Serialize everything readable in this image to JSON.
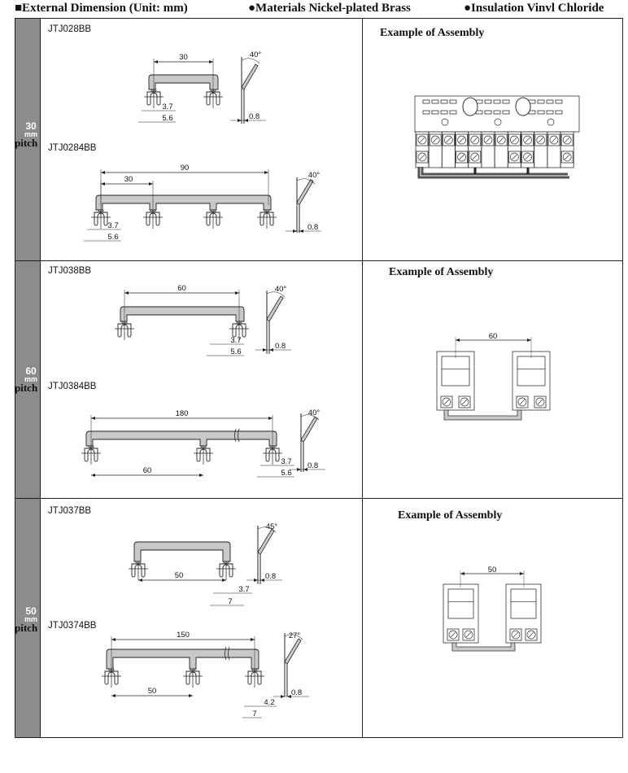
{
  "header": {
    "title": "■External Dimension (Unit: mm)",
    "materials": "●Materials   Nickel-plated Brass",
    "insulation": "●Insulation Vinvl Chloride"
  },
  "sections": [
    {
      "pitch_num": "30",
      "pitch_unit": "mm",
      "pitch_word": "pitch",
      "assembly_title": "Example of Assembly",
      "parts": [
        {
          "code": "JTJ028BB",
          "dims": {
            "span": "30",
            "a": "3.7",
            "b": "5.6",
            "t": "0.8",
            "angle": "40°"
          }
        },
        {
          "code": "JTJ0284BB",
          "dims": {
            "total": "90",
            "span": "30",
            "a": "3.7",
            "b": "5.6",
            "t": "0.8",
            "angle": "40°"
          }
        }
      ]
    },
    {
      "pitch_num": "60",
      "pitch_unit": "mm",
      "pitch_word": "pitch",
      "assembly_title": "Example of Assembly",
      "assembly_dim": "60",
      "parts": [
        {
          "code": "JTJ038BB",
          "dims": {
            "span": "60",
            "a": "3.7",
            "b": "5.6",
            "t": "0.8",
            "angle": "40°"
          }
        },
        {
          "code": "JTJ0384BB",
          "dims": {
            "total": "180",
            "span": "60",
            "a": "3.7",
            "b": "5.6",
            "t": "0.8",
            "angle": "40°"
          }
        }
      ]
    },
    {
      "pitch_num": "50",
      "pitch_unit": "mm",
      "pitch_word": "pitch",
      "assembly_title": "Example of Assembly",
      "assembly_dim": "50",
      "parts": [
        {
          "code": "JTJ037BB",
          "dims": {
            "span": "50",
            "a": "3.7",
            "b": "7",
            "t": "0.8",
            "angle": "45°"
          }
        },
        {
          "code": "JTJ0374BB",
          "dims": {
            "total": "150",
            "span": "50",
            "a": "4.2",
            "b": "7",
            "t": "0.8",
            "angle": "27°"
          }
        }
      ]
    }
  ]
}
